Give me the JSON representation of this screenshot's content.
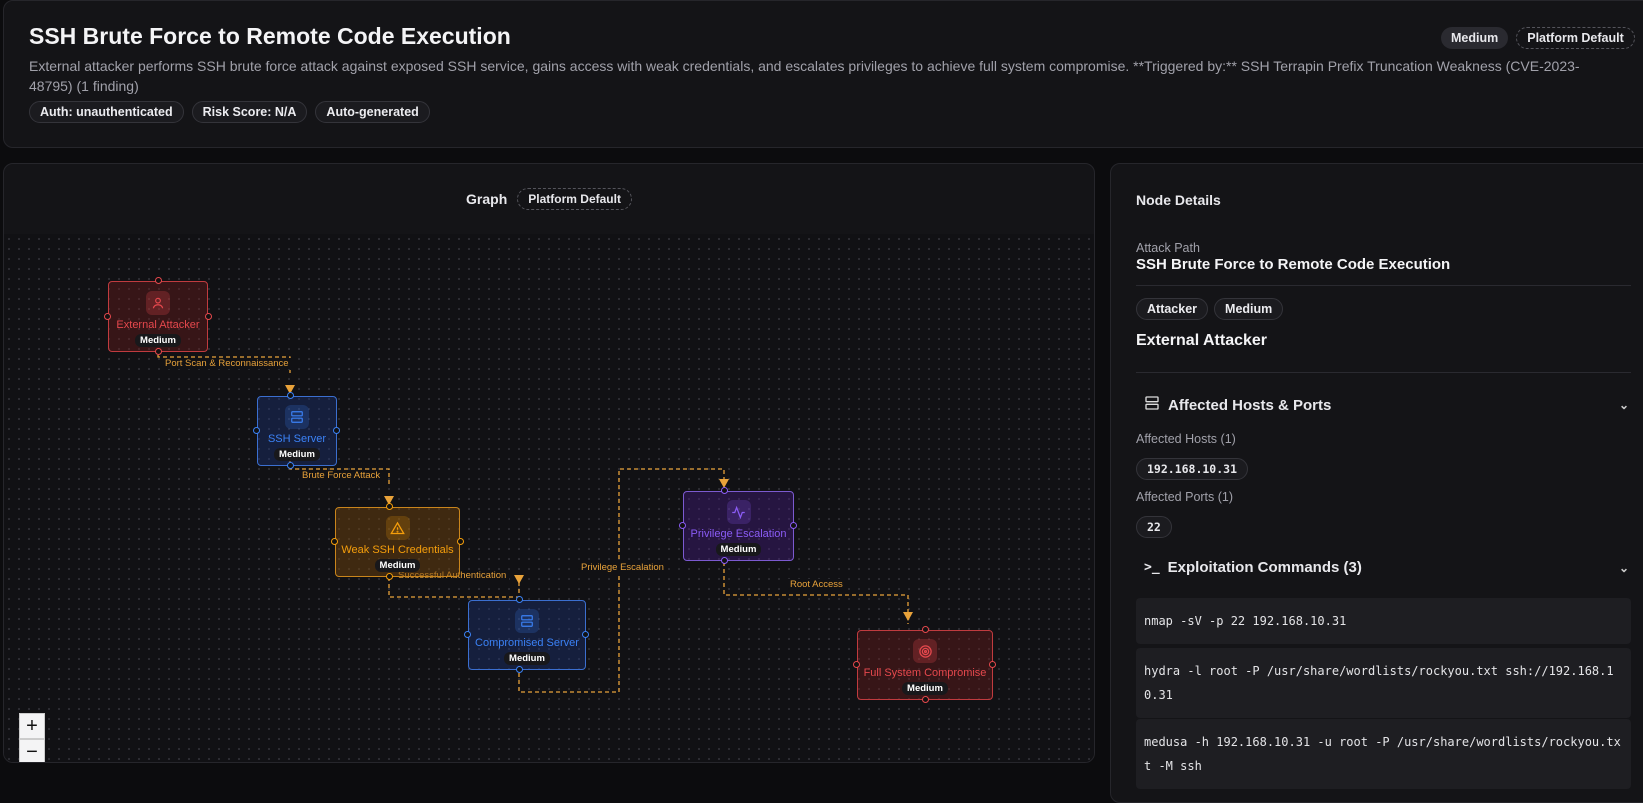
{
  "header": {
    "title": "SSH Brute Force to Remote Code Execution",
    "description": "External attacker performs SSH brute force attack against exposed SSH service, gains access with weak credentials, and escalates privileges to achieve full system compromise. **Triggered by:** SSH Terrapin Prefix Truncation Weakness (CVE-2023-48795) (1 finding)",
    "pills": [
      "Auth: unauthenticated",
      "Risk Score: N/A",
      "Auto-generated"
    ],
    "severity": "Medium",
    "source": "Platform Default"
  },
  "graph": {
    "title": "Graph",
    "badge": "Platform Default",
    "zoom_in": "+",
    "zoom_out": "−",
    "nodes": [
      {
        "label": "External Attacker",
        "badge": "Medium",
        "icon": "user-icon",
        "color": "#e5484d"
      },
      {
        "label": "SSH Server",
        "badge": "Medium",
        "icon": "server-icon",
        "color": "#3b82f6"
      },
      {
        "label": "Weak SSH Credentials",
        "badge": "Medium",
        "icon": "warning-icon",
        "color": "#f59e0b"
      },
      {
        "label": "Compromised Server",
        "badge": "Medium",
        "icon": "server-icon",
        "color": "#3b82f6"
      },
      {
        "label": "Privilege Escalation",
        "badge": "Medium",
        "icon": "activity-icon",
        "color": "#8b5cf6"
      },
      {
        "label": "Full System Compromise",
        "badge": "Medium",
        "icon": "target-icon",
        "color": "#e5484d"
      }
    ],
    "edges": [
      "Port Scan & Reconnaissance",
      "Brute Force Attack",
      "Successful Authentication",
      "Privilege Escalation",
      "Root Access"
    ],
    "edge_color": "#e8a23a"
  },
  "details": {
    "title": "Node Details",
    "path_label": "Attack Path",
    "path_name": "SSH Brute Force to Remote Code Execution",
    "tags": [
      "Attacker",
      "Medium"
    ],
    "node_name": "External Attacker",
    "hosts_section": "Affected Hosts & Ports",
    "hosts_label": "Affected Hosts (1)",
    "hosts": [
      "192.168.10.31"
    ],
    "ports_label": "Affected Ports (1)",
    "ports": [
      "22"
    ],
    "commands_section": "Exploitation Commands (3)",
    "commands": [
      "nmap -sV -p 22 192.168.10.31",
      "hydra -l root -P /usr/share/wordlists/rockyou.txt ssh://192.168.10.31",
      "medusa -h 192.168.10.31 -u root -P /usr/share/wordlists/rockyou.txt -M ssh"
    ]
  }
}
